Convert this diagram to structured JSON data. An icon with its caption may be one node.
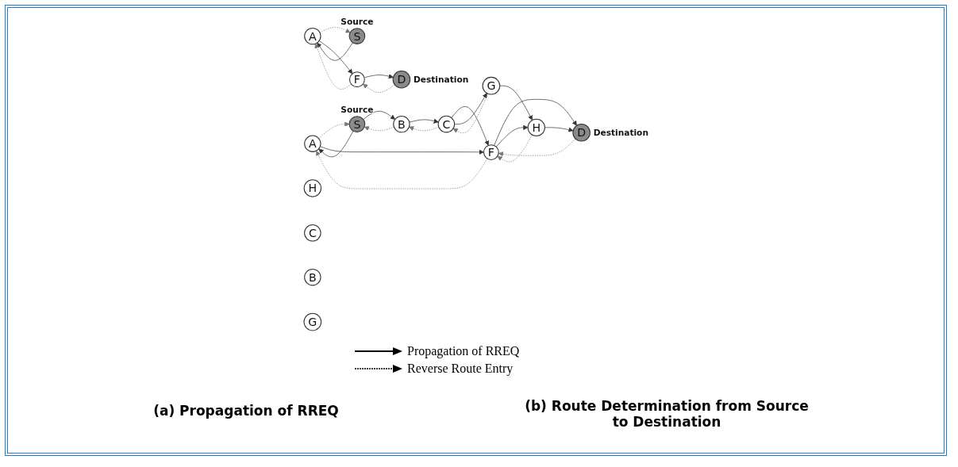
{
  "diagram": {
    "nodes": [
      {
        "text": [
          "A"
        ]
      },
      {
        "text": [
          "D"
        ],
        "beside": [
          "Destination"
        ]
      },
      {
        "text": [
          "F"
        ]
      },
      {
        "text": [
          "S"
        ],
        "beside": [
          "Source"
        ]
      },
      {
        "text": [
          "H"
        ]
      },
      {
        "text": [
          "C"
        ]
      },
      {
        "text": [
          "B"
        ]
      },
      {
        "text": [
          "G"
        ]
      },
      {
        "text": [
          "A"
        ]
      },
      {
        "text": [
          "D"
        ],
        "beside": [
          "Destination"
        ]
      },
      {
        "text": [
          "F"
        ]
      },
      {
        "text": [
          "S"
        ],
        "beside": [
          "Source"
        ]
      },
      {
        "text": [
          "H"
        ]
      },
      {
        "text": [
          "C"
        ]
      },
      {
        "text": [
          "B"
        ]
      },
      {
        "text": [
          "G"
        ]
      }
    ],
    "edges": [
      {
        "from": 3,
        "to": 0,
        "arrow": "to"
      },
      {
        "from": 0,
        "to": 3,
        "arrow": "to",
        "style": "dashed"
      },
      {
        "from": 0,
        "to": 2,
        "arrow": "to"
      },
      {
        "from": 2,
        "to": 0,
        "arrow": "to",
        "style": "dashed"
      },
      {
        "from": 3,
        "to": 6,
        "arrow": "to"
      },
      {
        "from": 6,
        "to": 3,
        "arrow": "to",
        "style": "dashed"
      },
      {
        "from": 6,
        "to": 5,
        "arrow": "to"
      },
      {
        "from": 5,
        "to": 6,
        "arrow": "to",
        "style": "dashed"
      },
      {
        "from": 5,
        "to": 2,
        "arrow": "to"
      },
      {
        "from": 2,
        "to": 1,
        "arrow": "to"
      },
      {
        "from": 1,
        "to": 2,
        "arrow": "to",
        "style": "dashed"
      },
      {
        "from": 2,
        "to": 4,
        "arrow": "to"
      },
      {
        "from": 4,
        "to": 2,
        "arrow": "to",
        "style": "dashed"
      },
      {
        "from": 5,
        "to": 7,
        "arrow": "to"
      },
      {
        "from": 7,
        "to": 5,
        "arrow": "to",
        "style": "dashed"
      },
      {
        "from": 7,
        "to": 4,
        "arrow": "to"
      },
      {
        "from": 4,
        "to": 1,
        "arrow": "to"
      },
      {
        "from": 11,
        "to": 8,
        "arrow": "to"
      },
      {
        "from": 8,
        "to": 11,
        "arrow": "to",
        "style": "dashed"
      },
      {
        "from": 8,
        "to": 10,
        "arrow": "to"
      },
      {
        "from": 10,
        "to": 8,
        "arrow": "to",
        "style": "dashed"
      },
      {
        "from": 10,
        "to": 9,
        "arrow": "to"
      },
      {
        "from": 9,
        "to": 10,
        "arrow": "to",
        "style": "dashed"
      }
    ],
    "labels": [
      "(a)  Propagation of RREQ",
      "(b) Route Determination from Source to Destination"
    ],
    "legend": [
      {
        "text": "Propagation of RREQ"
      },
      {
        "text": "Reverse Route Entry"
      }
    ]
  }
}
